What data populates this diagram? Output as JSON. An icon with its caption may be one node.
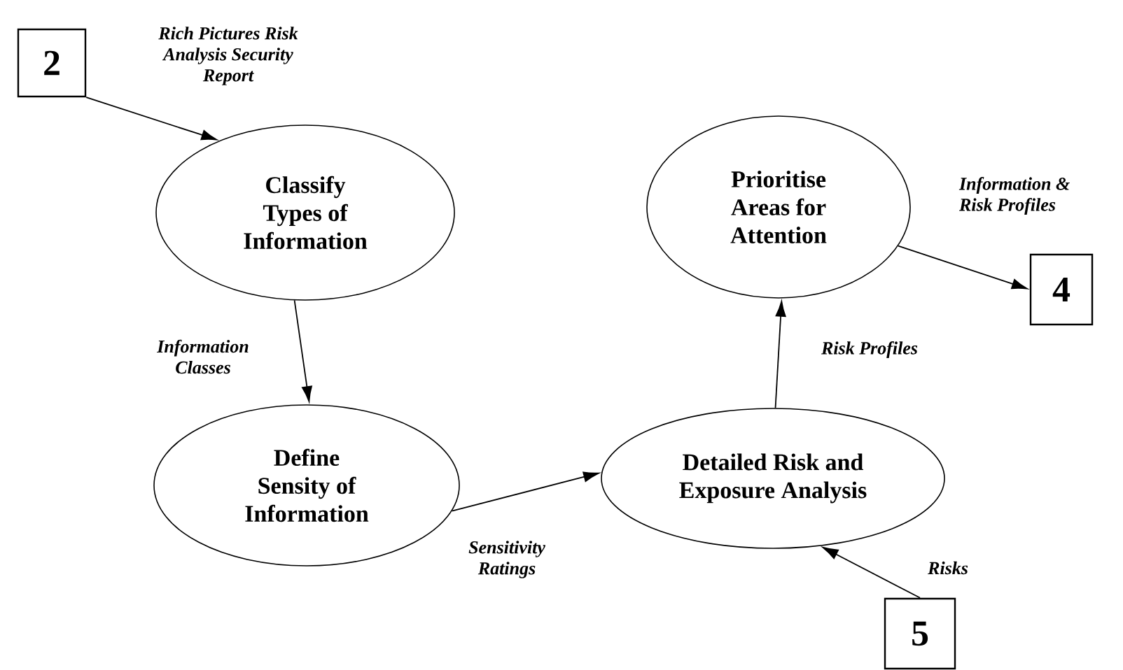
{
  "diagram": {
    "nodes": [
      {
        "text": [
          "2"
        ]
      },
      {
        "text": [
          "Classify Types of Information"
        ]
      },
      {
        "text": [
          "Define Sensity of Information"
        ]
      },
      {
        "text": [
          "Detailed Risk and Exposure Analysis"
        ]
      },
      {
        "text": [
          "Prioritise Areas for Attention"
        ]
      },
      {
        "text": [
          "4"
        ]
      },
      {
        "text": [
          "5"
        ]
      }
    ],
    "edges": [
      {
        "from": 0,
        "to": 1,
        "arrow": "to",
        "label": "Rich Pictures Risk Analysis Security Report"
      },
      {
        "from": 1,
        "to": 2,
        "arrow": "to",
        "label": "Information Classes"
      },
      {
        "from": 2,
        "to": 3,
        "arrow": "to",
        "label": "Sensitivity Ratings"
      },
      {
        "from": 3,
        "to": 4,
        "arrow": "to",
        "label": "Risk Profiles"
      },
      {
        "from": 4,
        "to": 5,
        "arrow": "to",
        "label": "Information & Risk Profiles"
      },
      {
        "from": 6,
        "to": 3,
        "arrow": "to",
        "label": "Risks"
      }
    ]
  }
}
